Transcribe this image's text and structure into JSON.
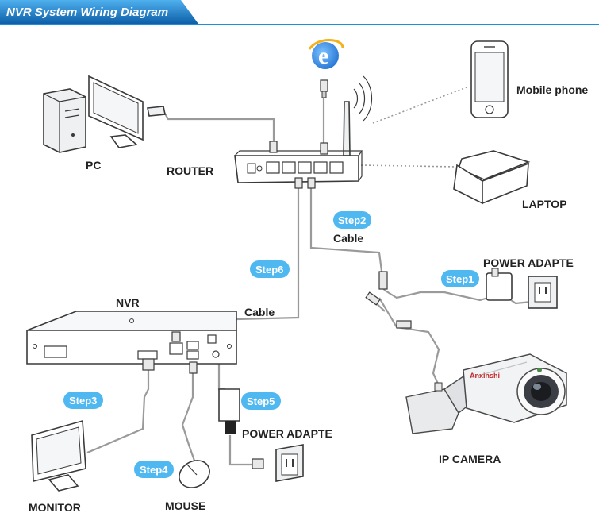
{
  "title": "NVR System Wiring Diagram",
  "colors": {
    "banner": "#1b8ee0",
    "banner_dark": "#0d5fa8",
    "step_bubble": "#4fb8f0",
    "cable": "#9a9a9a",
    "ie_blue": "#1f6fd1"
  },
  "devices": {
    "pc": "PC",
    "router": "ROUTER",
    "mobile": "Mobile phone",
    "laptop": "LAPTOP",
    "nvr": "NVR",
    "power_adapter_camera": "POWER ADAPTE",
    "power_adapter_nvr": "POWER ADAPTE",
    "ip_camera": "IP  CAMERA",
    "monitor": "MONITOR",
    "mouse": "MOUSE"
  },
  "cables": {
    "router_camera": "Cable",
    "router_nvr": "Cable"
  },
  "camera_brand": "Anxinshi",
  "steps": [
    "Step1",
    "Step2",
    "Step3",
    "Step4",
    "Step5",
    "Step6"
  ],
  "icons": {
    "internet": "internet-explorer-icon",
    "wifi": "wifi-waves-icon"
  }
}
